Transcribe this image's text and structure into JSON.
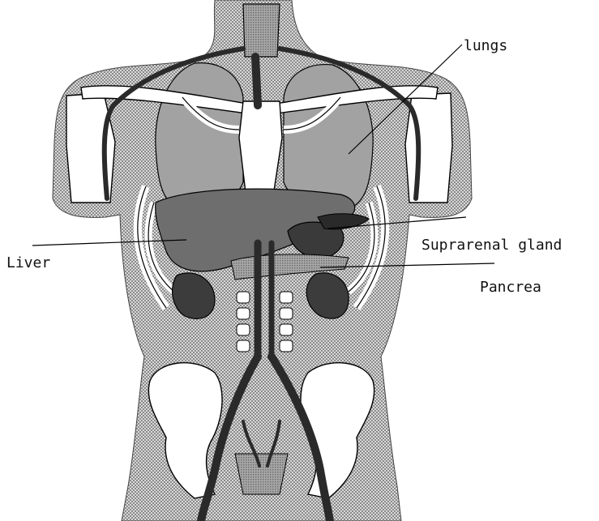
{
  "labels": {
    "lungs": "lungs",
    "liver": "Liver",
    "suprarenal": "Suprarenal gland",
    "pancreas": "Pancrea"
  },
  "colors": {
    "body_stipple": "#bdbdbd",
    "organ_light": "#8c8c8c",
    "organ_mid": "#6e6e6e",
    "organ_dark": "#3a3a3a",
    "vessel": "#2a2a2a",
    "bone": "#ffffff",
    "line": "#000000"
  }
}
